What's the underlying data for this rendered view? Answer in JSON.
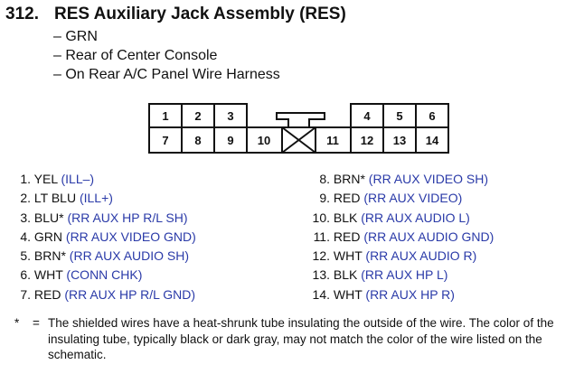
{
  "header": {
    "number": "312.",
    "title": "RES Auxiliary Jack Assembly (RES)",
    "details": [
      "– GRN",
      "– Rear of Center Console",
      "– On Rear A/C Panel Wire Harness"
    ]
  },
  "connector": {
    "top_pins": [
      "1",
      "2",
      "3",
      "4",
      "5",
      "6"
    ],
    "bottom_pins": [
      "7",
      "8",
      "9",
      "10",
      "11",
      "12",
      "13",
      "14"
    ]
  },
  "pins_left": [
    {
      "num": "1.",
      "wire": "YEL",
      "signal": "(ILL–)"
    },
    {
      "num": "2.",
      "wire": "LT BLU",
      "signal": "(ILL+)"
    },
    {
      "num": "3.",
      "wire": "BLU*",
      "signal": "(RR AUX HP R/L SH)"
    },
    {
      "num": "4.",
      "wire": "GRN",
      "signal": "(RR AUX VIDEO GND)"
    },
    {
      "num": "5.",
      "wire": "BRN*",
      "signal": "(RR AUX AUDIO SH)"
    },
    {
      "num": "6.",
      "wire": "WHT",
      "signal": "(CONN CHK)"
    },
    {
      "num": "7.",
      "wire": "RED",
      "signal": "(RR AUX HP R/L GND)"
    }
  ],
  "pins_right": [
    {
      "num": "8.",
      "wire": "BRN*",
      "signal": "(RR AUX VIDEO SH)"
    },
    {
      "num": "9.",
      "wire": "RED",
      "signal": "(RR AUX VIDEO)"
    },
    {
      "num": "10.",
      "wire": "BLK",
      "signal": "(RR AUX AUDIO L)"
    },
    {
      "num": "11.",
      "wire": "RED",
      "signal": "(RR AUX AUDIO GND)"
    },
    {
      "num": "12.",
      "wire": "WHT",
      "signal": "(RR AUX AUDIO R)"
    },
    {
      "num": "13.",
      "wire": "BLK",
      "signal": "(RR AUX HP L)"
    },
    {
      "num": "14.",
      "wire": "WHT",
      "signal": "(RR AUX HP R)"
    }
  ],
  "note": {
    "symbol": "*",
    "equals": "=",
    "text": "The shielded wires have a heat-shrunk tube insulating the outside of the wire. The color of the insulating tube, typically black or dark gray, may not match the color of the wire listed on the schematic."
  },
  "colors": {
    "signal": "#2a3aa8",
    "text": "#111111"
  }
}
